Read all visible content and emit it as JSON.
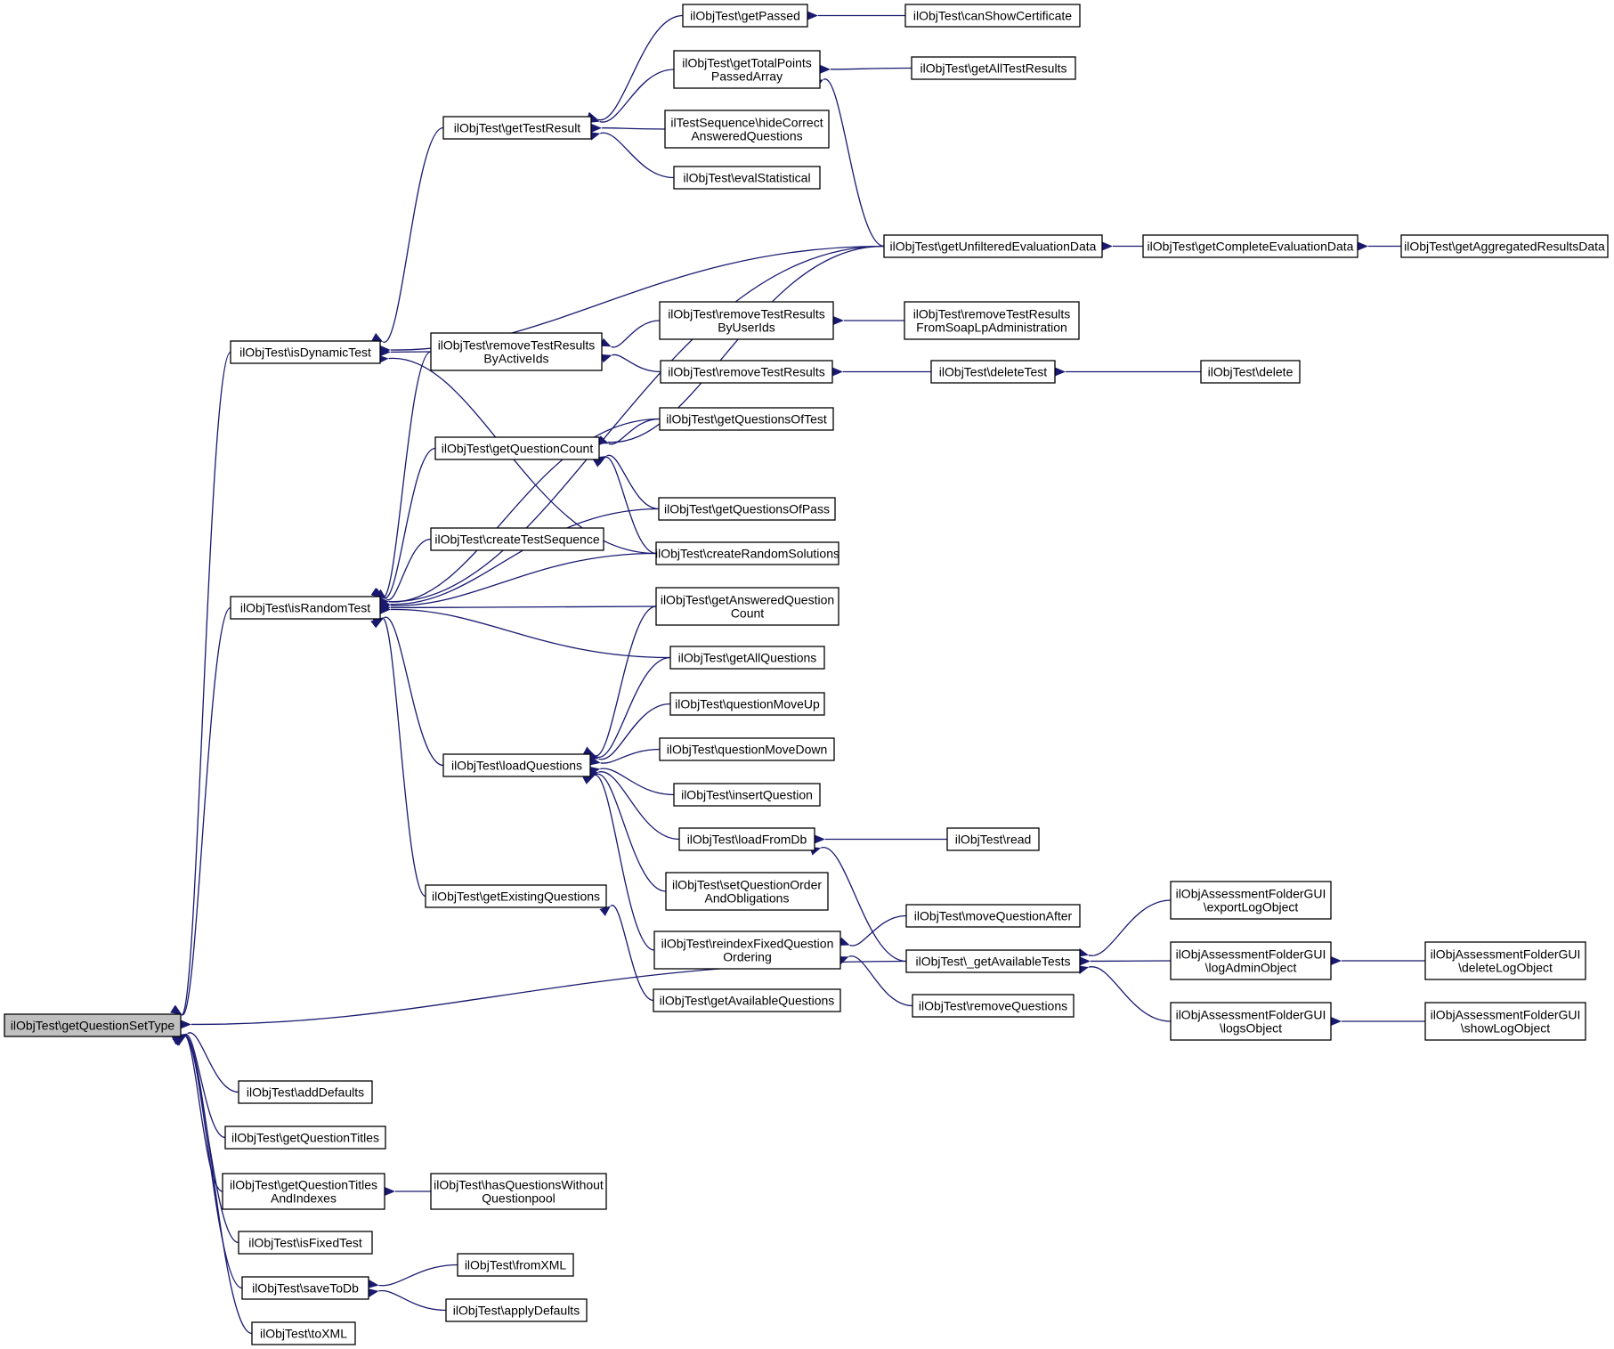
{
  "colors": {
    "edge": "#191970",
    "node_border": "#000000",
    "node_fill": "#ffffff",
    "root_fill": "#c0c0c0"
  },
  "nodes": [
    {
      "id": "root",
      "lines": [
        "ilObjTest\\getQuestionSetType"
      ],
      "root": true
    },
    {
      "id": "isDynamicTest",
      "lines": [
        "ilObjTest\\isDynamicTest"
      ]
    },
    {
      "id": "isRandomTest",
      "lines": [
        "ilObjTest\\isRandomTest"
      ]
    },
    {
      "id": "addDefaults",
      "lines": [
        "ilObjTest\\addDefaults"
      ]
    },
    {
      "id": "getQuestionTitles",
      "lines": [
        "ilObjTest\\getQuestionTitles"
      ]
    },
    {
      "id": "getQuestionTitlesAndIndexes",
      "lines": [
        "ilObjTest\\getQuestionTitles",
        "AndIndexes"
      ]
    },
    {
      "id": "isFixedTest",
      "lines": [
        "ilObjTest\\isFixedTest"
      ]
    },
    {
      "id": "saveToDb",
      "lines": [
        "ilObjTest\\saveToDb"
      ]
    },
    {
      "id": "toXML",
      "lines": [
        "ilObjTest\\toXML"
      ]
    },
    {
      "id": "getTestResult",
      "lines": [
        "ilObjTest\\getTestResult"
      ]
    },
    {
      "id": "removeTestResultsByActiveIds",
      "lines": [
        "ilObjTest\\removeTestResults",
        "ByActiveIds"
      ]
    },
    {
      "id": "getQuestionCount",
      "lines": [
        "ilObjTest\\getQuestionCount"
      ]
    },
    {
      "id": "createTestSequence",
      "lines": [
        "ilObjTest\\createTestSequence"
      ]
    },
    {
      "id": "loadQuestions",
      "lines": [
        "ilObjTest\\loadQuestions"
      ]
    },
    {
      "id": "getExistingQuestions",
      "lines": [
        "ilObjTest\\getExistingQuestions"
      ]
    },
    {
      "id": "hasQuestionsWithoutQuestionpool",
      "lines": [
        "ilObjTest\\hasQuestionsWithout",
        "Questionpool"
      ]
    },
    {
      "id": "fromXML",
      "lines": [
        "ilObjTest\\fromXML"
      ]
    },
    {
      "id": "applyDefaults",
      "lines": [
        "ilObjTest\\applyDefaults"
      ]
    },
    {
      "id": "getPassed",
      "lines": [
        "ilObjTest\\getPassed"
      ]
    },
    {
      "id": "getTotalPointsPassedArray",
      "lines": [
        "ilObjTest\\getTotalPoints",
        "PassedArray"
      ]
    },
    {
      "id": "hideCorrectAnsweredQuestions",
      "lines": [
        "ilTestSequence\\hideCorrect",
        "AnsweredQuestions"
      ]
    },
    {
      "id": "evalStatistical",
      "lines": [
        "ilObjTest\\evalStatistical"
      ]
    },
    {
      "id": "removeTestResultsByUserIds",
      "lines": [
        "ilObjTest\\removeTestResults",
        "ByUserIds"
      ]
    },
    {
      "id": "removeTestResults",
      "lines": [
        "ilObjTest\\removeTestResults"
      ]
    },
    {
      "id": "getQuestionsOfTest",
      "lines": [
        "ilObjTest\\getQuestionsOfTest"
      ]
    },
    {
      "id": "getQuestionsOfPass",
      "lines": [
        "ilObjTest\\getQuestionsOfPass"
      ]
    },
    {
      "id": "createRandomSolutions",
      "lines": [
        "ilObjTest\\createRandomSolutions"
      ]
    },
    {
      "id": "getAnsweredQuestionCount",
      "lines": [
        "ilObjTest\\getAnsweredQuestion",
        "Count"
      ]
    },
    {
      "id": "getAllQuestions",
      "lines": [
        "ilObjTest\\getAllQuestions"
      ]
    },
    {
      "id": "questionMoveUp",
      "lines": [
        "ilObjTest\\questionMoveUp"
      ]
    },
    {
      "id": "questionMoveDown",
      "lines": [
        "ilObjTest\\questionMoveDown"
      ]
    },
    {
      "id": "insertQuestion",
      "lines": [
        "ilObjTest\\insertQuestion"
      ]
    },
    {
      "id": "loadFromDb",
      "lines": [
        "ilObjTest\\loadFromDb"
      ]
    },
    {
      "id": "setQuestionOrderAndObligations",
      "lines": [
        "ilObjTest\\setQuestionOrder",
        "AndObligations"
      ]
    },
    {
      "id": "reindexFixedQuestionOrdering",
      "lines": [
        "ilObjTest\\reindexFixedQuestion",
        "Ordering"
      ]
    },
    {
      "id": "getAvailableQuestions",
      "lines": [
        "ilObjTest\\getAvailableQuestions"
      ]
    },
    {
      "id": "canShowCertificate",
      "lines": [
        "ilObjTest\\canShowCertificate"
      ]
    },
    {
      "id": "getAllTestResults",
      "lines": [
        "ilObjTest\\getAllTestResults"
      ]
    },
    {
      "id": "getUnfilteredEvaluationData",
      "lines": [
        "ilObjTest\\getUnfilteredEvaluationData"
      ]
    },
    {
      "id": "removeTestResultsFromSoapLpAdministration",
      "lines": [
        "ilObjTest\\removeTestResults",
        "FromSoapLpAdministration"
      ]
    },
    {
      "id": "deleteTest",
      "lines": [
        "ilObjTest\\deleteTest"
      ]
    },
    {
      "id": "read",
      "lines": [
        "ilObjTest\\read"
      ]
    },
    {
      "id": "moveQuestionAfter",
      "lines": [
        "ilObjTest\\moveQuestionAfter"
      ]
    },
    {
      "id": "getAvailableTests",
      "lines": [
        "ilObjTest\\_getAvailableTests"
      ]
    },
    {
      "id": "removeQuestions",
      "lines": [
        "ilObjTest\\removeQuestions"
      ]
    },
    {
      "id": "getCompleteEvaluationData",
      "lines": [
        "ilObjTest\\getCompleteEvaluationData"
      ]
    },
    {
      "id": "delete",
      "lines": [
        "ilObjTest\\delete"
      ]
    },
    {
      "id": "exportLogObject",
      "lines": [
        "ilObjAssessmentFolderGUI",
        "\\exportLogObject"
      ]
    },
    {
      "id": "logAdminObject",
      "lines": [
        "ilObjAssessmentFolderGUI",
        "\\logAdminObject"
      ]
    },
    {
      "id": "logsObject",
      "lines": [
        "ilObjAssessmentFolderGUI",
        "\\logsObject"
      ]
    },
    {
      "id": "getAggregatedResultsData",
      "lines": [
        "ilObjTest\\getAggregatedResultsData"
      ]
    },
    {
      "id": "deleteLogObject",
      "lines": [
        "ilObjAssessmentFolderGUI",
        "\\deleteLogObject"
      ]
    },
    {
      "id": "showLogObject",
      "lines": [
        "ilObjAssessmentFolderGUI",
        "\\showLogObject"
      ]
    }
  ],
  "edges": [
    {
      "from": "isDynamicTest",
      "to": "root"
    },
    {
      "from": "isRandomTest",
      "to": "root"
    },
    {
      "from": "getAvailableTests",
      "to": "root"
    },
    {
      "from": "addDefaults",
      "to": "root"
    },
    {
      "from": "getQuestionTitles",
      "to": "root"
    },
    {
      "from": "getQuestionTitlesAndIndexes",
      "to": "root"
    },
    {
      "from": "isFixedTest",
      "to": "root"
    },
    {
      "from": "saveToDb",
      "to": "root"
    },
    {
      "from": "toXML",
      "to": "root"
    },
    {
      "from": "getTestResult",
      "to": "isDynamicTest"
    },
    {
      "from": "getUnfilteredEvaluationData",
      "to": "isDynamicTest"
    },
    {
      "from": "removeTestResultsByActiveIds",
      "to": "isDynamicTest"
    },
    {
      "from": "createRandomSolutions",
      "to": "isDynamicTest"
    },
    {
      "from": "getPassed",
      "to": "getTestResult"
    },
    {
      "from": "getTotalPointsPassedArray",
      "to": "getTestResult"
    },
    {
      "from": "hideCorrectAnsweredQuestions",
      "to": "getTestResult"
    },
    {
      "from": "evalStatistical",
      "to": "getTestResult"
    },
    {
      "from": "canShowCertificate",
      "to": "getPassed"
    },
    {
      "from": "getAllTestResults",
      "to": "getTotalPointsPassedArray"
    },
    {
      "from": "getUnfilteredEvaluationData",
      "to": "getTotalPointsPassedArray"
    },
    {
      "from": "removeTestResultsByUserIds",
      "to": "removeTestResultsByActiveIds"
    },
    {
      "from": "removeTestResults",
      "to": "removeTestResultsByActiveIds"
    },
    {
      "from": "removeTestResultsFromSoapLpAdministration",
      "to": "removeTestResultsByUserIds"
    },
    {
      "from": "deleteTest",
      "to": "removeTestResults"
    },
    {
      "from": "delete",
      "to": "deleteTest"
    },
    {
      "from": "getCompleteEvaluationData",
      "to": "getUnfilteredEvaluationData"
    },
    {
      "from": "getAggregatedResultsData",
      "to": "getCompleteEvaluationData"
    },
    {
      "from": "getUnfilteredEvaluationData",
      "to": "isRandomTest"
    },
    {
      "from": "removeTestResultsByActiveIds",
      "to": "isRandomTest"
    },
    {
      "from": "getQuestionsOfTest",
      "to": "isRandomTest"
    },
    {
      "from": "getQuestionCount",
      "to": "isRandomTest"
    },
    {
      "from": "createTestSequence",
      "to": "isRandomTest"
    },
    {
      "from": "getQuestionsOfPass",
      "to": "isRandomTest"
    },
    {
      "from": "createRandomSolutions",
      "to": "isRandomTest"
    },
    {
      "from": "getAnsweredQuestionCount",
      "to": "isRandomTest"
    },
    {
      "from": "getAllQuestions",
      "to": "isRandomTest"
    },
    {
      "from": "loadQuestions",
      "to": "isRandomTest"
    },
    {
      "from": "getExistingQuestions",
      "to": "isRandomTest"
    },
    {
      "from": "getQuestionsOfTest",
      "to": "getQuestionCount"
    },
    {
      "from": "getUnfilteredEvaluationData",
      "to": "getQuestionCount"
    },
    {
      "from": "getQuestionsOfPass",
      "to": "getQuestionCount"
    },
    {
      "from": "createRandomSolutions",
      "to": "getQuestionCount"
    },
    {
      "from": "getAnsweredQuestionCount",
      "to": "loadQuestions"
    },
    {
      "from": "getAllQuestions",
      "to": "loadQuestions"
    },
    {
      "from": "questionMoveUp",
      "to": "loadQuestions"
    },
    {
      "from": "questionMoveDown",
      "to": "loadQuestions"
    },
    {
      "from": "insertQuestion",
      "to": "loadQuestions"
    },
    {
      "from": "loadFromDb",
      "to": "loadQuestions"
    },
    {
      "from": "setQuestionOrderAndObligations",
      "to": "loadQuestions"
    },
    {
      "from": "reindexFixedQuestionOrdering",
      "to": "loadQuestions"
    },
    {
      "from": "read",
      "to": "loadFromDb"
    },
    {
      "from": "getAvailableTests",
      "to": "loadFromDb"
    },
    {
      "from": "moveQuestionAfter",
      "to": "reindexFixedQuestionOrdering"
    },
    {
      "from": "removeQuestions",
      "to": "reindexFixedQuestionOrdering"
    },
    {
      "from": "getAvailableQuestions",
      "to": "getExistingQuestions"
    },
    {
      "from": "exportLogObject",
      "to": "getAvailableTests"
    },
    {
      "from": "logAdminObject",
      "to": "getAvailableTests"
    },
    {
      "from": "logsObject",
      "to": "getAvailableTests"
    },
    {
      "from": "deleteLogObject",
      "to": "logAdminObject"
    },
    {
      "from": "showLogObject",
      "to": "logsObject"
    },
    {
      "from": "hasQuestionsWithoutQuestionpool",
      "to": "getQuestionTitlesAndIndexes"
    },
    {
      "from": "fromXML",
      "to": "saveToDb"
    },
    {
      "from": "applyDefaults",
      "to": "saveToDb"
    }
  ]
}
